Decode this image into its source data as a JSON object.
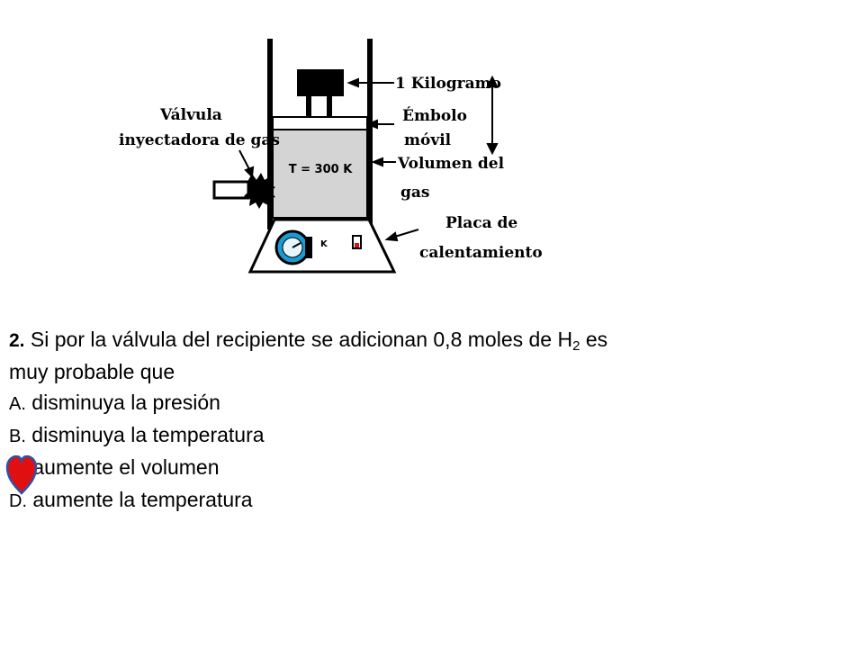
{
  "diagram": {
    "labels": {
      "kilogramo": "1 Kilogramo",
      "embolo_1": "Émbolo",
      "embolo_2": "móvil",
      "volumen_1": "Volumen del",
      "volumen_2": "gas",
      "placa_1": "Placa de",
      "placa_2": "calentamiento",
      "valvula_1": "Válvula",
      "valvula_2": "inyectadora de gas",
      "temperature": "T = 300 K",
      "knob_mark": "K"
    }
  },
  "question": {
    "number": "2.",
    "text_before": " Si por la válvula del recipiente se adicionan 0,8 moles de H",
    "subscript": "2",
    "text_after": " es",
    "text_line2": "muy probable que",
    "options": [
      {
        "letter": "A.",
        "text": " disminuya la presión"
      },
      {
        "letter": "B.",
        "text": " disminuya la temperatura"
      },
      {
        "letter": "C.",
        "text": " aumente el volumen"
      },
      {
        "letter": "D.",
        "text": " aumente la temperatura"
      }
    ]
  },
  "colors": {
    "gas_fill": "#d4d4d4",
    "gauge_blue": "#1a9bd4",
    "heart_red": "#e01010",
    "heart_outline": "#3050a8"
  }
}
